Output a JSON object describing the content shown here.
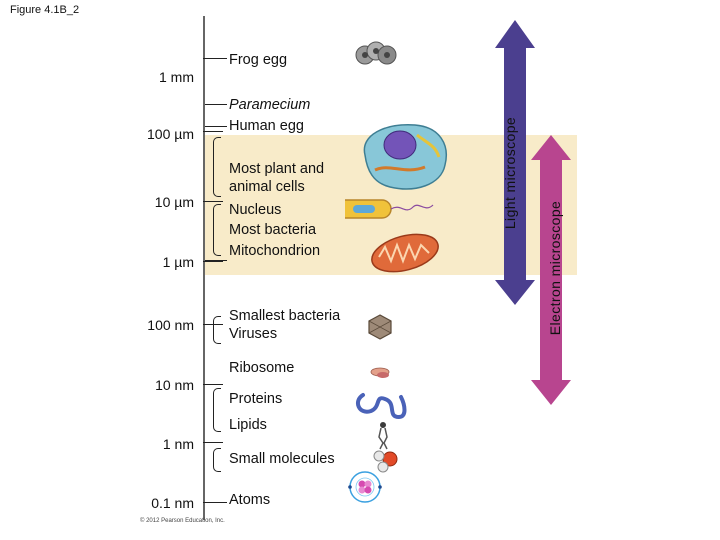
{
  "figure_title": "Figure 4.1B_2",
  "scale_labels": [
    "1 mm",
    "100 µm",
    "10 µm",
    "1 µm",
    "100 nm",
    "10 nm",
    "1 nm",
    "0.1 nm"
  ],
  "items": {
    "frog_egg": "Frog egg",
    "paramecium": "Paramecium",
    "human_egg": "Human egg",
    "plant_animal_cells_1": "Most plant and",
    "plant_animal_cells_2": "animal cells",
    "nucleus": "Nucleus",
    "bacteria": "Most bacteria",
    "mitochondrion": "Mitochondrion",
    "smallest_bacteria": "Smallest bacteria",
    "viruses": "Viruses",
    "ribosome": "Ribosome",
    "proteins": "Proteins",
    "lipids": "Lipids",
    "small_molecules": "Small molecules",
    "atoms": "Atoms"
  },
  "microscopes": {
    "light": "Light microscope",
    "electron": "Electron microscope"
  },
  "copyright": "© 2012 Pearson Education, Inc.",
  "colors": {
    "light_arrow": "#4b3f8f",
    "electron_arrow": "#b8458f",
    "cell_band": "#f8ebc9"
  }
}
